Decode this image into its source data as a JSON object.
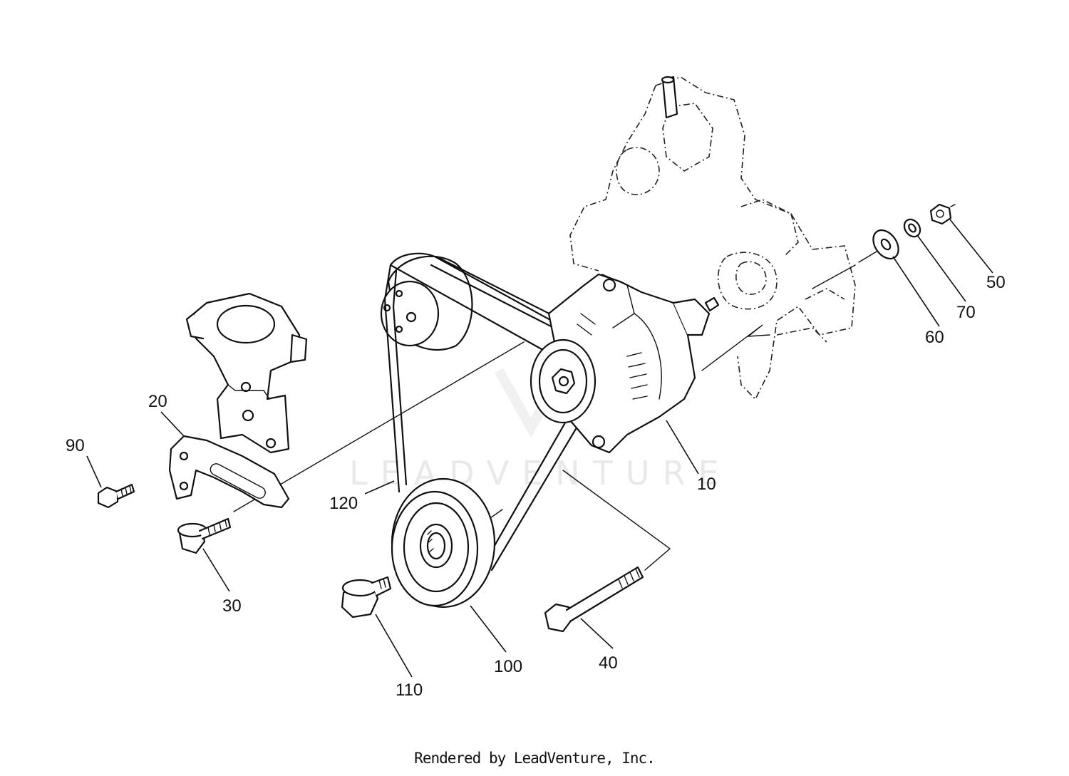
{
  "diagram": {
    "callouts": [
      {
        "id": "10",
        "label": "10"
      },
      {
        "id": "20",
        "label": "20"
      },
      {
        "id": "30",
        "label": "30"
      },
      {
        "id": "40",
        "label": "40"
      },
      {
        "id": "50",
        "label": "50"
      },
      {
        "id": "60",
        "label": "60"
      },
      {
        "id": "70",
        "label": "70"
      },
      {
        "id": "90",
        "label": "90"
      },
      {
        "id": "100",
        "label": "100"
      },
      {
        "id": "110",
        "label": "110"
      },
      {
        "id": "120",
        "label": "120"
      }
    ],
    "watermark": "LEADVENTURE"
  },
  "footer": {
    "text": "Rendered by LeadVenture, Inc."
  }
}
